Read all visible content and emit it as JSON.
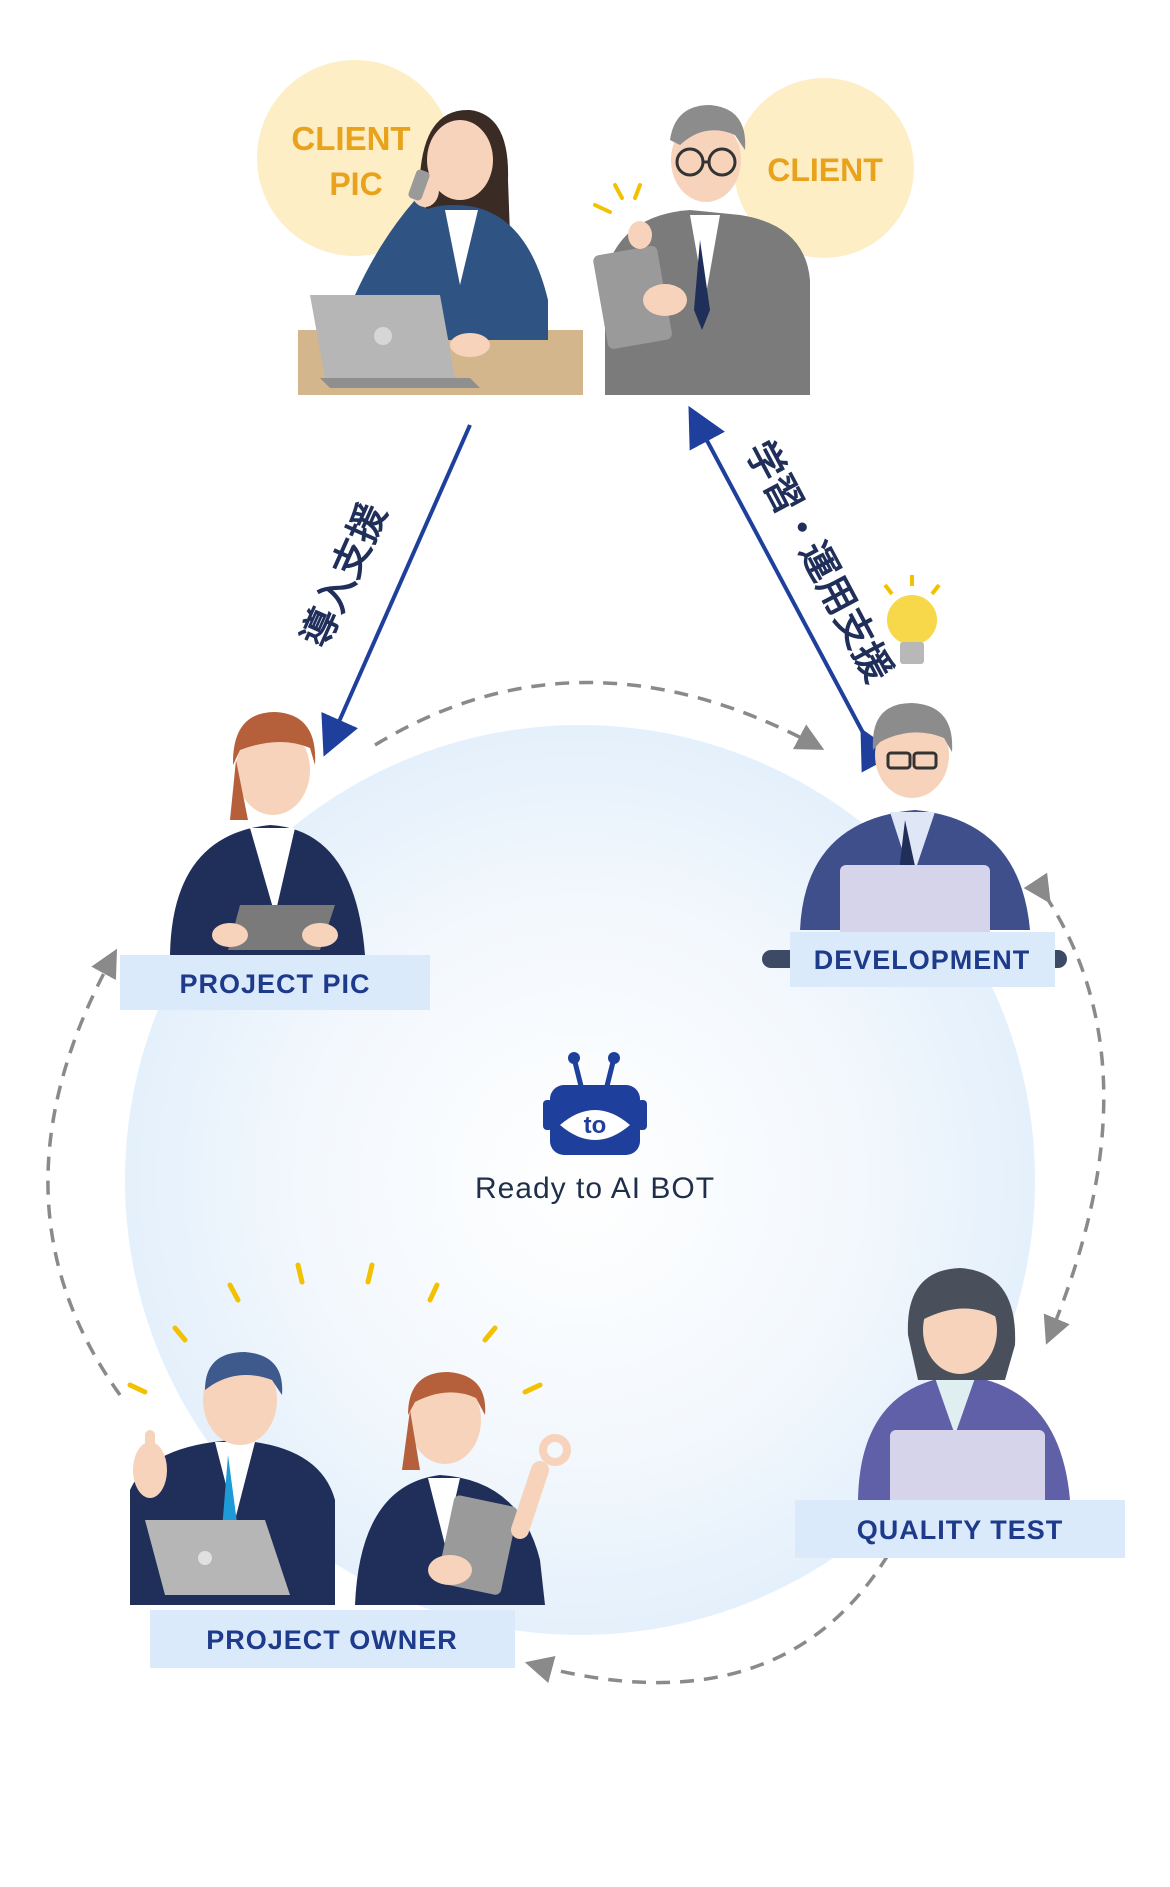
{
  "roles": {
    "client_pic": {
      "line1": "CLIENT",
      "line2": "PIC"
    },
    "client": "CLIENT",
    "project_pic": "PROJECT PIC",
    "development": "DEVELOPMENT",
    "quality_test": "QUALITY TEST",
    "project_owner": "PROJECT OWNER"
  },
  "arrows": {
    "left_label": "導入支援",
    "right_label": "学習・運用支援"
  },
  "center": {
    "logo_text": "to",
    "title": "Ready to AI BOT"
  },
  "colors": {
    "navy_arrow": "#1f3f9c",
    "label_bg": "#dbeafb",
    "label_text": "#1e3a8a",
    "client_circle": "#fdeec6",
    "client_text": "#e8a21b",
    "dashed_arrow": "#8a8a8a",
    "circle_bg": "#e7f2fc"
  }
}
